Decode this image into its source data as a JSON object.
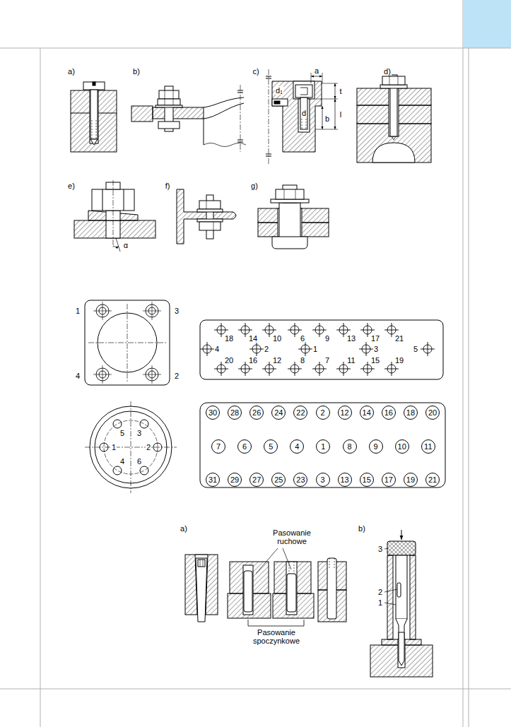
{
  "diagram": {
    "nodes": [
      {
        "text": [
          "30"
        ]
      },
      {
        "text": [
          "28"
        ]
      },
      {
        "text": [
          "26"
        ]
      },
      {
        "text": [
          "24"
        ]
      },
      {
        "text": [
          "22"
        ]
      },
      {
        "text": [
          "2"
        ]
      },
      {
        "text": [
          "12"
        ]
      },
      {
        "text": [
          "14"
        ]
      },
      {
        "text": [
          "16"
        ]
      },
      {
        "text": [
          "18"
        ]
      },
      {
        "text": [
          "20"
        ]
      },
      {
        "text": [
          "7"
        ]
      },
      {
        "text": [
          "6"
        ]
      },
      {
        "text": [
          "5"
        ]
      },
      {
        "text": [
          "4"
        ]
      },
      {
        "text": [
          "1"
        ]
      },
      {
        "text": [
          "8"
        ]
      },
      {
        "text": [
          "9"
        ]
      },
      {
        "text": [
          "10"
        ]
      },
      {
        "text": [
          "11"
        ]
      },
      {
        "text": [
          "31"
        ]
      },
      {
        "text": [
          "29"
        ]
      },
      {
        "text": [
          "27"
        ]
      },
      {
        "text": [
          "25"
        ]
      },
      {
        "text": [
          "23"
        ]
      },
      {
        "text": [
          "3"
        ]
      },
      {
        "text": [
          "13"
        ]
      },
      {
        "text": [
          "15"
        ]
      },
      {
        "text": [
          "17"
        ]
      },
      {
        "text": [
          "19"
        ]
      },
      {
        "text": [
          "21"
        ]
      }
    ],
    "labels": [
      "a)",
      "b)",
      "c)",
      "d)",
      "a",
      "d₁",
      "t",
      "d",
      "l",
      "b",
      "e)",
      "f)",
      "g)",
      "α",
      "1",
      "3",
      "4",
      "2",
      "18",
      "14",
      "10",
      "6",
      "9",
      "13",
      "17",
      "21",
      "4",
      "2",
      "1",
      "3",
      "5",
      "20",
      "16",
      "12",
      "8",
      "7",
      "11",
      "15",
      "19",
      "5",
      "3",
      "1",
      "2",
      "4",
      "6",
      "a)",
      "Pasowanie ruchowe",
      "Pasowanie spoczynkowe",
      "b)",
      "3",
      "2",
      "1"
    ]
  }
}
